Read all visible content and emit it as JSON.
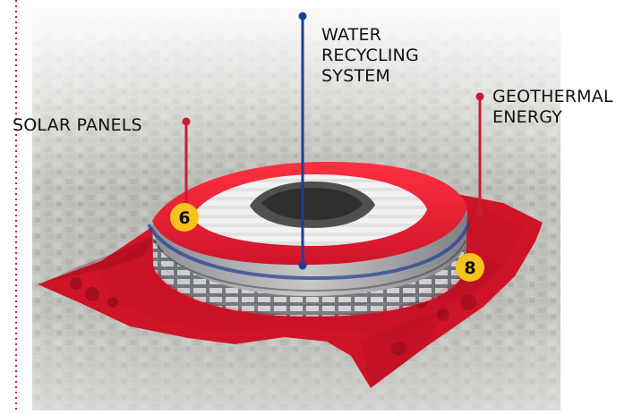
{
  "callouts": {
    "water": "WATER\nRECYCLING\nSYSTEM",
    "solar": "SOLAR PANELS",
    "geothermal": "GEOTHERMAL\nENERGY"
  },
  "badges": {
    "solar_number": "6",
    "geothermal_number": "8"
  },
  "colors": {
    "stadium_red": "#d01428",
    "callout_red": "#c81c35",
    "callout_blue": "#1d3f93",
    "badge_yellow": "#f7c21b",
    "city_grey": "#b9b9b3"
  }
}
